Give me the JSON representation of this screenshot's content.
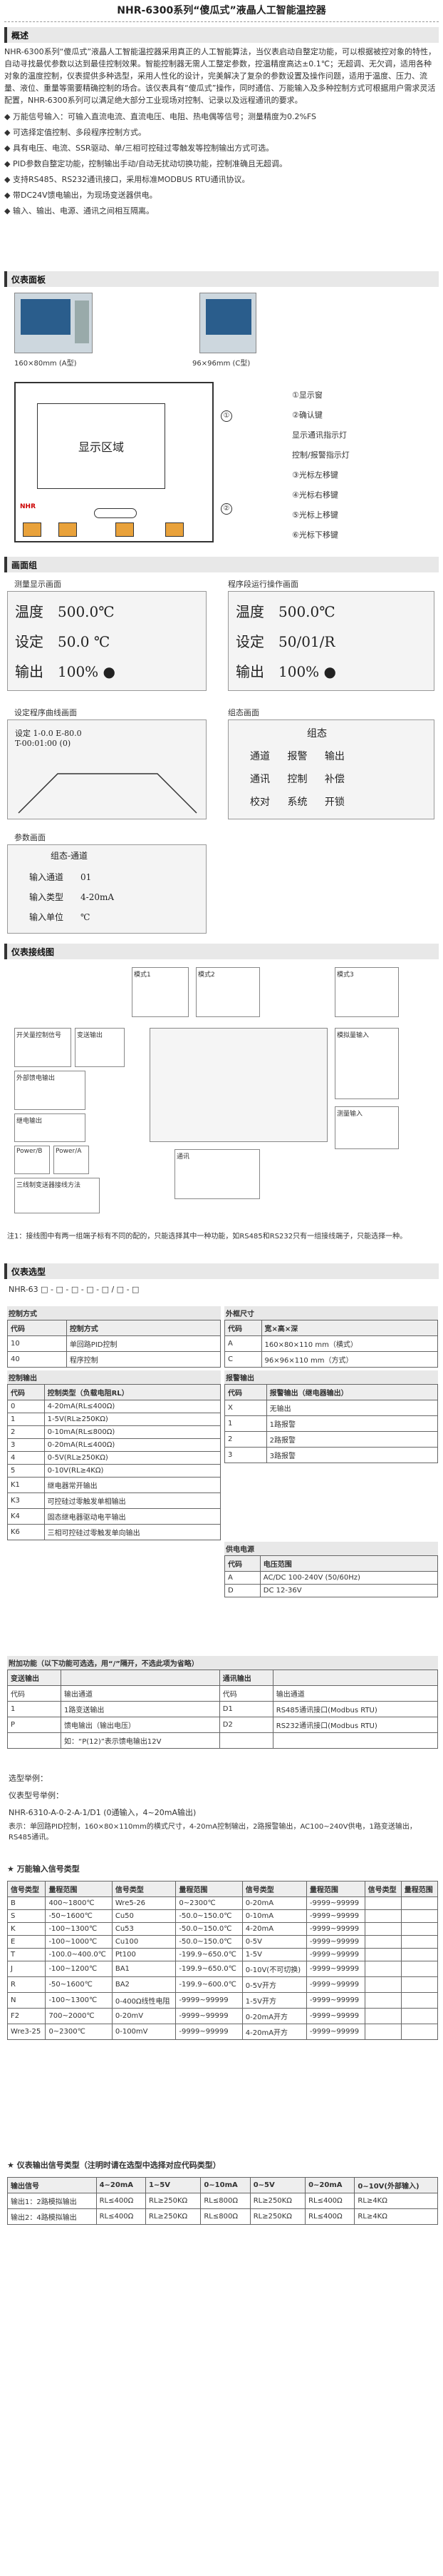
{
  "title": "NHR-6300系列“傻瓜式”液晶人工智能温控器",
  "overview": {
    "header": "概述",
    "intro": "NHR-6300系列“傻瓜式”液晶人工智能温控器采用真正的人工智能算法，当仪表启动自整定功能，可以根据被控对象的特性，自动寻找最优参数以达到最佳控制效果。智能控制器无需人工整定参数，控温精度高达±0.1℃；无超调、无欠调，适用各种对象的温度控制，仪表提供多种选型，采用人性化的设计，完美解决了复杂的参数设置及操作问题，适用于温度、压力、流量、液位、重量等需要精确控制的场合。该仪表具有“傻瓜式”操作，同时通信、万能输入及多种控制方式可根据用户需求灵活配置，NHR-6300系列可以满足绝大部分工业现场对控制、记录以及远程通讯的要求。",
    "features": [
      "万能信号输入：可输入直流电流、直流电压、电阻、热电偶等信号；测量精度为0.2%FS",
      "可选择定值控制、多段程序控制方式。",
      "具有电压、电流、SSR驱动、单/三相可控硅过零触发等控制输出方式可选。",
      "PID参数自整定功能，控制输出手动/自动无扰动切换功能，控制准确且无超调。",
      "支持RS485、RS232通讯接口，采用标准MODBUS RTU通讯协议。",
      "带DC24V馈电输出，为现场变送器供电。",
      "输入、输出、电源、通讯之间相互隔离。"
    ]
  },
  "panel": {
    "header": "仪表面板",
    "size1": "160×80mm (A型)",
    "size2": "96×96mm (C型)",
    "display_area": "显示区域",
    "brand": "NHR",
    "legend": [
      {
        "n": "①",
        "t": "显示窗"
      },
      {
        "n": "②",
        "t": "确认键"
      },
      {
        "n": "",
        "t": "显示通讯指示灯"
      },
      {
        "n": "",
        "t": "控制/报警指示灯"
      },
      {
        "n": "③",
        "t": "光标左移键"
      },
      {
        "n": "④",
        "t": "光标右移键"
      },
      {
        "n": "⑤",
        "t": "光标上移键"
      },
      {
        "n": "⑥",
        "t": "光标下移键"
      }
    ]
  },
  "screens": {
    "header": "画面组",
    "measure": {
      "title": "测量显示画面",
      "rows": [
        [
          "温度",
          "500.0℃"
        ],
        [
          "设定",
          "50.0 ℃"
        ],
        [
          "输出",
          "100%"
        ]
      ]
    },
    "program": {
      "title": "程序段运行操作画面",
      "rows": [
        [
          "温度",
          "500.0℃"
        ],
        [
          "设定",
          "50/01/R"
        ],
        [
          "输出",
          "100%"
        ]
      ]
    },
    "prog_set": {
      "title": "设定程序曲线画面",
      "line1": "设定 1-0.0    E-80.0",
      "line2": "T-00:01:00  (0)"
    },
    "state": {
      "title": "组态画面",
      "head": "组态",
      "rows": [
        [
          "通道",
          "报警",
          "输出"
        ],
        [
          "通讯",
          "控制",
          "补偿"
        ],
        [
          "校对",
          "系统",
          "开锁"
        ]
      ]
    },
    "param": {
      "title": "参数画面",
      "head": "组态-通道",
      "rows": [
        [
          "输入通道",
          "01"
        ],
        [
          "输入类型",
          "4-20mA"
        ],
        [
          "输入单位",
          "℃"
        ]
      ]
    }
  },
  "wiring": {
    "header": "仪表接线图",
    "blocks": [
      "模式1",
      "模式2",
      "模式3",
      "开关量控制信号",
      "变送输出",
      "外部馈电输出",
      "模拟量输入",
      "测量输入",
      "继电输出",
      "Power/B",
      "Power/A",
      "三线制变送器接线方法",
      "通讯"
    ],
    "note": "注1：接线图中有两一组端子标有不同的配的，只能选择其中一种功能，如RS485和RS232只有一组接线端子，只能选择一种。"
  },
  "model": {
    "header": "仪表选型",
    "code": "NHR-63 □ - □ - □ - □ - □ / □ - □",
    "control": {
      "title": "控制方式",
      "rows": [
        [
          "代码",
          "控制方式"
        ],
        [
          "10",
          "单回路PID控制"
        ],
        [
          "40",
          "程序控制"
        ]
      ]
    },
    "dims": {
      "title": "外框尺寸",
      "rows": [
        [
          "代码",
          "宽×高×深"
        ],
        [
          "A",
          "160×80×110 mm（横式）"
        ],
        [
          "C",
          "96×96×110 mm（方式）"
        ]
      ]
    },
    "output": {
      "title": "控制输出",
      "rows": [
        [
          "代码",
          "控制类型（负载电阻RL）"
        ],
        [
          "0",
          "4-20mA(RL≤400Ω)"
        ],
        [
          "1",
          "1-5V(RL≥250KΩ)"
        ],
        [
          "2",
          "0-10mA(RL≤800Ω)"
        ],
        [
          "3",
          "0-20mA(RL≤400Ω)"
        ],
        [
          "4",
          "0-5V(RL≥250KΩ)"
        ],
        [
          "5",
          "0-10V(RL≥4KΩ)"
        ],
        [
          "K1",
          "继电器常开输出"
        ],
        [
          "K3",
          "可控硅过零触发单相输出"
        ],
        [
          "K4",
          "固态继电器驱动电平输出"
        ],
        [
          "K6",
          "三相可控硅过零触发单向输出"
        ]
      ]
    },
    "alarm": {
      "title": "报警输出",
      "rows": [
        [
          "代码",
          "报警输出（继电器输出）"
        ],
        [
          "X",
          "无输出"
        ],
        [
          "1",
          "1路报警"
        ],
        [
          "2",
          "2路报警"
        ],
        [
          "3",
          "3路报警"
        ]
      ]
    },
    "power": {
      "title": "供电电源",
      "rows": [
        [
          "代码",
          "电压范围"
        ],
        [
          "A",
          "AC/DC 100-240V (50/60Hz)"
        ],
        [
          "D",
          "DC 12-36V"
        ]
      ]
    },
    "extra": {
      "title": "附加功能（以下功能可选选，用“/”隔开，不选此项为省略）",
      "rows": [
        [
          "变送输出",
          "",
          "通讯输出",
          ""
        ],
        [
          "代码",
          "输出通道",
          "代码",
          "输出通道"
        ],
        [
          "1",
          "1路变送输出",
          "D1",
          "RS485通讯接口(Modbus RTU)"
        ],
        [
          "P",
          "馈电输出（输出电压）",
          "D2",
          "RS232通讯接口(Modbus RTU)"
        ],
        [
          "",
          "如：“P(12)”表示馈电输出12V",
          "",
          ""
        ]
      ]
    },
    "example_title": "选型举例：",
    "example1": "仪表型号举例：",
    "example2": "NHR-6310-A-0-2-A-1/D1 (0通输入，4~20mA输出)",
    "example3": "表示：单回路PID控制，160×80×110mm的横式尺寸，4-20mA控制输出，2路报警输出，AC100~240V供电，1路变送输出，RS485通讯。"
  },
  "signals": {
    "header": "万能输入信号类型",
    "cols": [
      "信号类型",
      "量程范围",
      "信号类型",
      "量程范围",
      "信号类型",
      "量程范围",
      "信号类型",
      "量程范围"
    ],
    "rows": [
      [
        "B",
        "400~1800℃",
        "Wre5-26",
        "0~2300℃",
        "0-20mA",
        "-9999~99999",
        "",
        ""
      ],
      [
        "S",
        "-50~1600℃",
        "Cu50",
        "-50.0~150.0℃",
        "0-10mA",
        "-9999~99999",
        "",
        ""
      ],
      [
        "K",
        "-100~1300℃",
        "Cu53",
        "-50.0~150.0℃",
        "4-20mA",
        "-9999~99999",
        "",
        ""
      ],
      [
        "E",
        "-100~1000℃",
        "Cu100",
        "-50.0~150.0℃",
        "0-5V",
        "-9999~99999",
        "",
        ""
      ],
      [
        "T",
        "-100.0~400.0℃",
        "Pt100",
        "-199.9~650.0℃",
        "1-5V",
        "-9999~99999",
        "",
        ""
      ],
      [
        "J",
        "-100~1200℃",
        "BA1",
        "-199.9~650.0℃",
        "0-10V(不可切换)",
        "-9999~99999",
        "",
        ""
      ],
      [
        "R",
        "-50~1600℃",
        "BA2",
        "-199.9~600.0℃",
        "0-5V开方",
        "-9999~99999",
        "",
        ""
      ],
      [
        "N",
        "-100~1300℃",
        "0-400Ω线性电阻",
        "-9999~99999",
        "1-5V开方",
        "-9999~99999",
        "",
        ""
      ],
      [
        "F2",
        "700~2000℃",
        "0-20mV",
        "-9999~99999",
        "0-20mA开方",
        "-9999~99999",
        "",
        ""
      ],
      [
        "Wre3-25",
        "0~2300℃",
        "0-100mV",
        "-9999~99999",
        "4-20mA开方",
        "-9999~99999",
        "",
        ""
      ]
    ]
  },
  "transmit": {
    "header": "仪表输出信号类型（注明时请在选型中选择对应代码类型）",
    "head": [
      "输出信号",
      "4~20mA",
      "1~5V",
      "0~10mA",
      "0~5V",
      "0~20mA",
      "0~10V(外部输入)"
    ],
    "rows": [
      [
        "输出1：2路模拟输出",
        "RL≤400Ω",
        "RL≥250KΩ",
        "RL≤800Ω",
        "RL≥250KΩ",
        "RL≤400Ω",
        "RL≥4KΩ"
      ],
      [
        "输出2：4路模拟输出",
        "RL≤400Ω",
        "RL≥250KΩ",
        "RL≤800Ω",
        "RL≥250KΩ",
        "RL≤400Ω",
        "RL≥4KΩ"
      ]
    ]
  }
}
